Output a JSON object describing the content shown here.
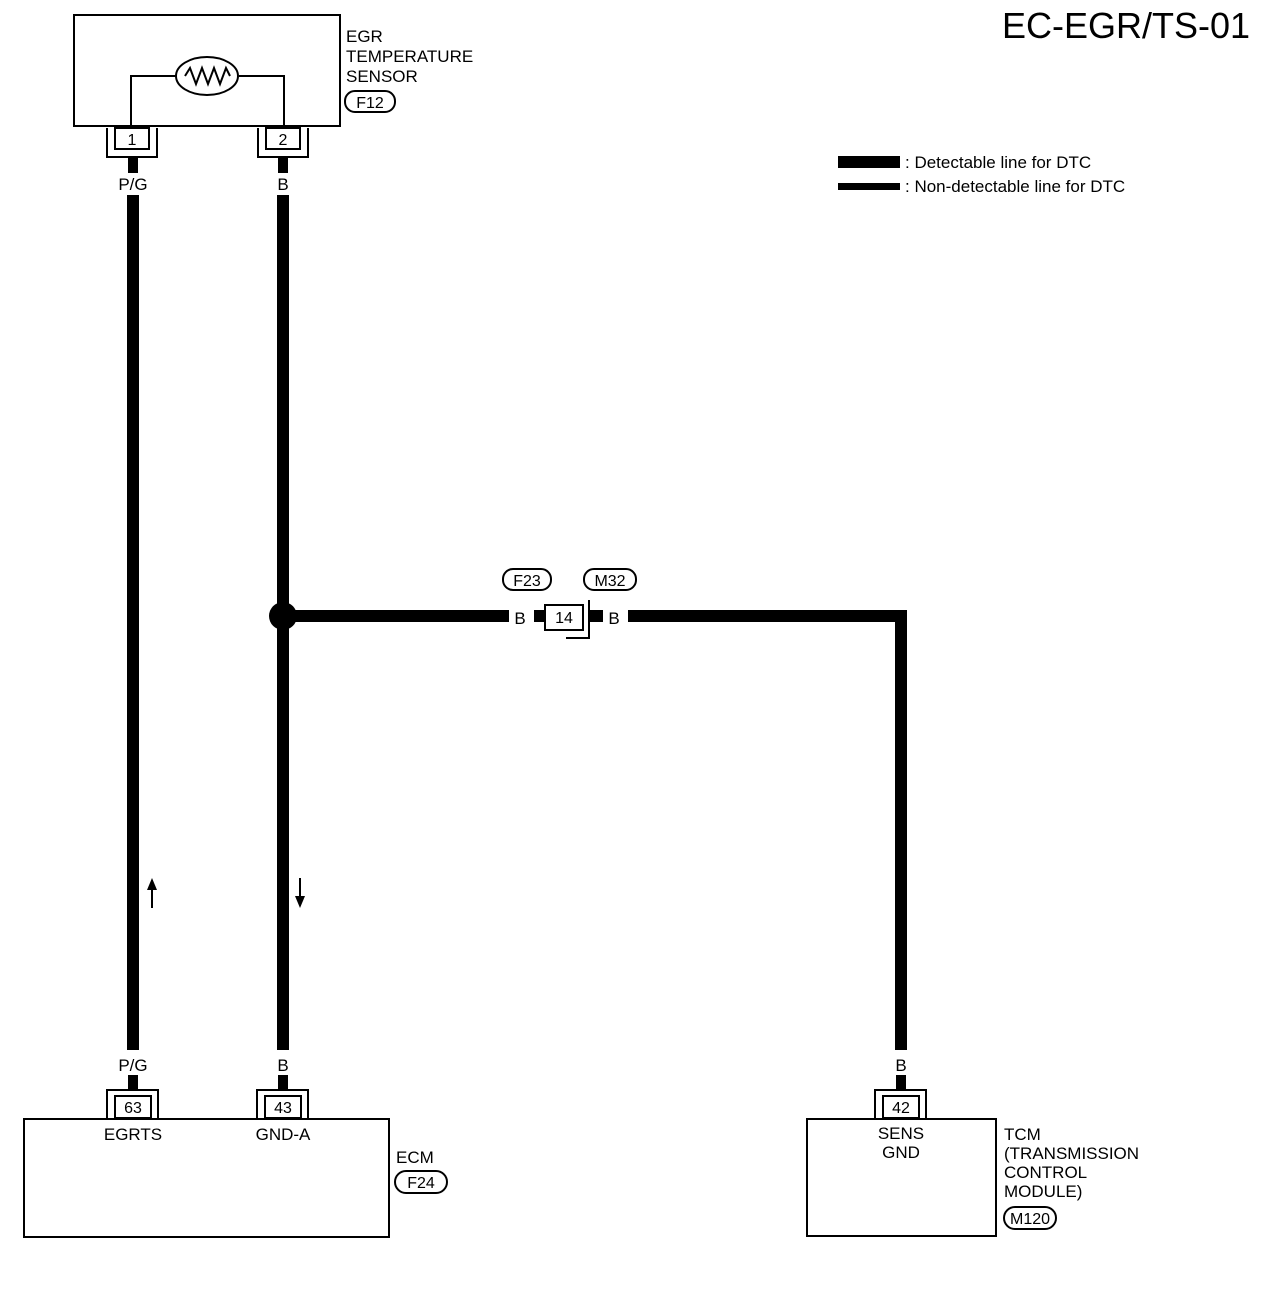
{
  "page_code": "EC-EGR/TS-01",
  "legend": {
    "detectable": ": Detectable line for DTC",
    "non_detectable": ": Non-detectable line for DTC"
  },
  "egr_sensor": {
    "name_line1": "EGR",
    "name_line2": "TEMPERATURE",
    "name_line3": "SENSOR",
    "connector": "F12",
    "pin_1": "1",
    "pin_2": "2",
    "wire_pin1": "P/G",
    "wire_pin2": "B"
  },
  "joint_connector": {
    "left_connector": "F23",
    "right_connector": "M32",
    "pin": "14",
    "wire_left": "B",
    "wire_right": "B"
  },
  "ecm": {
    "name": "ECM",
    "connector": "F24",
    "pin_egrts": "63",
    "pin_gnd": "43",
    "terminal_egrts": "EGRTS",
    "terminal_gnd": "GND-A",
    "wire_egrts": "P/G",
    "wire_gnd": "B"
  },
  "tcm": {
    "name_line1": "TCM",
    "name_line2": "(TRANSMISSION",
    "name_line3": "CONTROL",
    "name_line4": "MODULE)",
    "connector": "M120",
    "pin": "42",
    "terminal_line1": "SENS",
    "terminal_line2": "GND",
    "wire": "B"
  }
}
